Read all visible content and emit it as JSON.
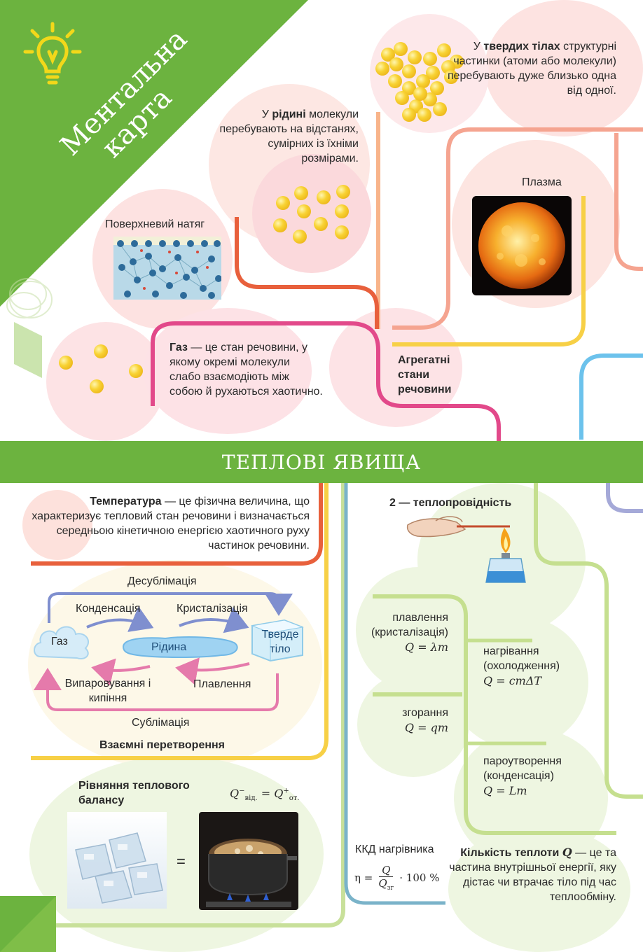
{
  "header": {
    "title": "Ментальна карта"
  },
  "section_title": "ТЕПЛОВІ ЯВИЩА",
  "states": {
    "solid": {
      "prefix": "У ",
      "bold": "твердих тілах",
      "rest": " структурні частинки (атоми або молекули) перебувають дуже близько одна від одної."
    },
    "liquid": {
      "prefix": "У ",
      "bold": "рідині",
      "rest": " молекули перебувають на відстанях, сумірних із їхніми розмірами."
    },
    "surface_tension": "Поверхневий натяг",
    "plasma": "Плазма",
    "gas": {
      "bold": "Газ",
      "rest": " — це стан речовини, у якому окремі молекули слабо взаємодіють між собою й рухаються хаотично."
    },
    "aggregate": "Агрегатні стани речовини"
  },
  "temperature": {
    "bold": "Температура",
    "rest": " — це фізична величина, що характеризує тепловий стан речовини і визначається середньою кінетичною енергією хаотичного руху частинок речовини."
  },
  "transitions": {
    "desublimation": "Десублімація",
    "condensation": "Конденсація",
    "crystallization": "Кристалізація",
    "gas": "Газ",
    "liquid": "Рідина",
    "solid": "Тверде тіло",
    "evaporation": "Випаровування і кипіння",
    "melting": "Плавлення",
    "sublimation": "Сублімація",
    "caption": "Взаємні перетворення"
  },
  "balance": {
    "title": "Рівняння теплового балансу",
    "formula_lhs": "Q",
    "formula_lhs_sup": "−",
    "formula_lhs_sub": "від.",
    "formula_eq": " = ",
    "formula_rhs": "Q",
    "formula_rhs_sup": "+",
    "formula_rhs_sub": "от.",
    "equals": "="
  },
  "conductivity": "2 — теплопровідність",
  "processes": {
    "melting": {
      "label": "плавлення (кристалізація)",
      "formula": "Q = λm"
    },
    "heating": {
      "label": "нагрівання (охолодження)",
      "formula": "Q = cmΔT"
    },
    "combustion": {
      "label": "згорання",
      "formula": "Q = qm"
    },
    "vaporization": {
      "label": "пароутворення (конденсація)",
      "formula": "Q = Lm"
    }
  },
  "efficiency": {
    "label": "ККД нагрівника",
    "eta": "η =",
    "numerator": "Q",
    "denominator": "Q",
    "denominator_sub": "зг",
    "tail": "· 100 %"
  },
  "heat_quantity": {
    "bold": "Кількість теплоти",
    "symbol": "Q",
    "rest": " — це та частина внутрішньої енергії, яку дістає чи втрачає тіло під час теплообміну."
  },
  "colors": {
    "green": "#6cb33f",
    "pink": "#e2498a",
    "orange": "#f5a25d",
    "red": "#e8603c",
    "yellow": "#f7d046",
    "blue": "#4bb5e6",
    "lavender": "#9aa3d6",
    "lightgreen": "#c5df8f",
    "teal": "#7ab3c9"
  }
}
